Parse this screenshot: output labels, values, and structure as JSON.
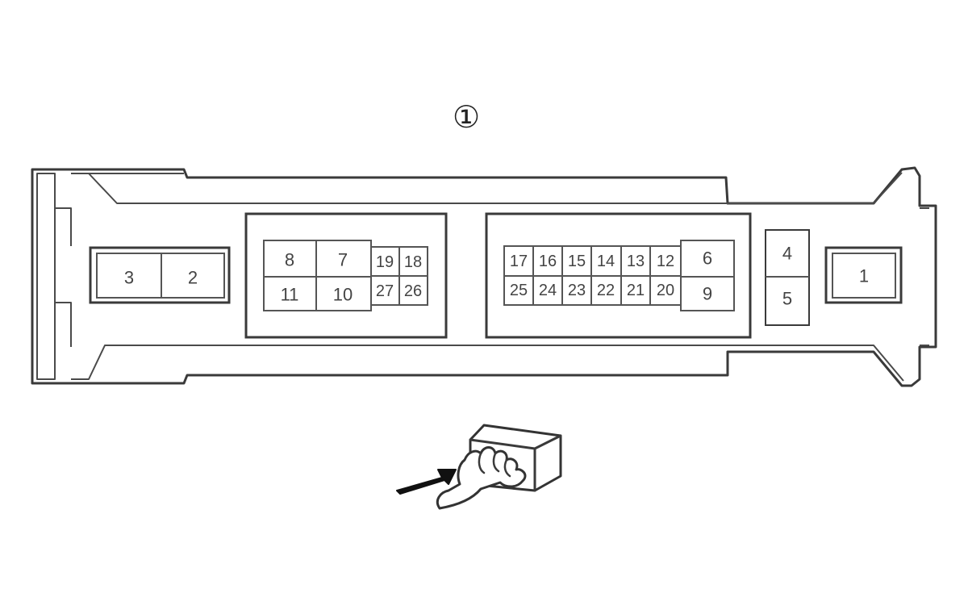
{
  "callout": "①",
  "pins": {
    "p1": "1",
    "p2": "2",
    "p3": "3",
    "p4": "4",
    "p5": "5",
    "p6": "6",
    "p7": "7",
    "p8": "8",
    "p9": "9",
    "p10": "10",
    "p11": "11",
    "p12": "12",
    "p13": "13",
    "p14": "14",
    "p15": "15",
    "p16": "16",
    "p17": "17",
    "p18": "18",
    "p19": "19",
    "p20": "20",
    "p21": "21",
    "p22": "22",
    "p23": "23",
    "p24": "24",
    "p25": "25",
    "p26": "26",
    "p27": "27"
  },
  "colors": {
    "line": "#3a3a3a",
    "background": "#ffffff"
  },
  "icons": {
    "view_indicator": "hand-pointing-arrow-icon"
  }
}
